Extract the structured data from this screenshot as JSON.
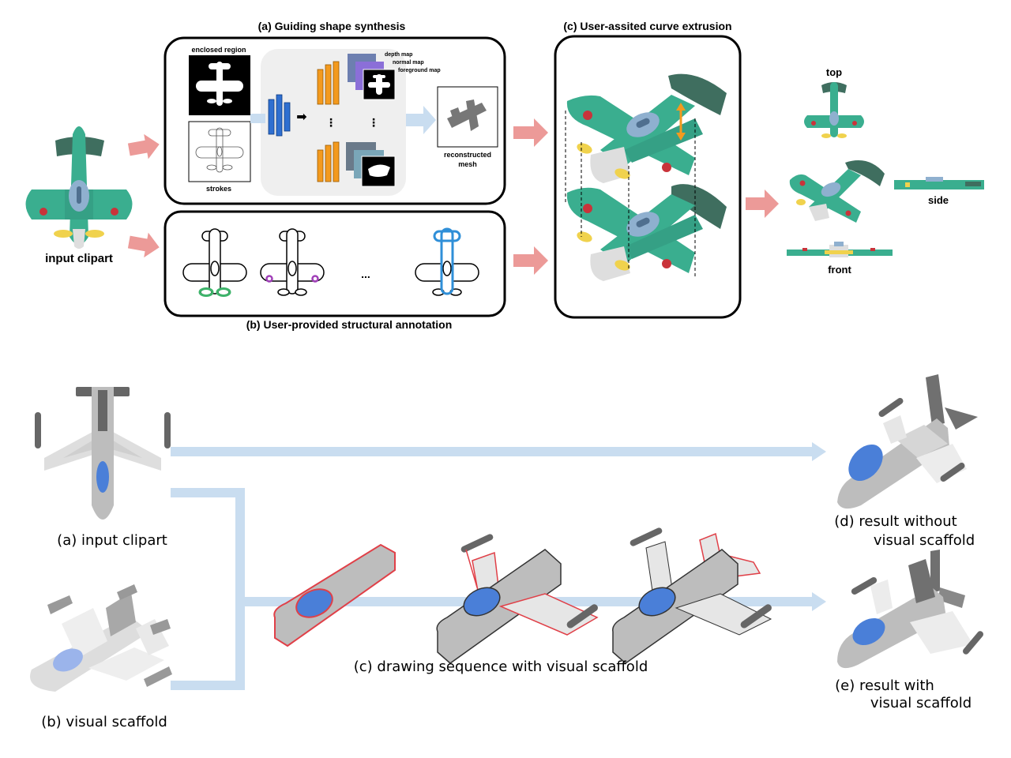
{
  "top_panel": {
    "input_label": "input clipart",
    "section_a": {
      "title": "(a) Guiding shape synthesis",
      "enclosed_region": "enclosed region",
      "strokes": "strokes",
      "depth_map": "depth map",
      "normal_map": "normal map",
      "foreground_map": "foreground map",
      "reconstructed": "reconstructed",
      "mesh": "mesh"
    },
    "section_b": {
      "title": "(b) User-provided structural annotation",
      "ellipsis": "..."
    },
    "section_c": {
      "title": "(c) User-assited curve extrusion"
    },
    "views": {
      "top": "top",
      "side": "side",
      "front": "front"
    }
  },
  "bottom_panel": {
    "a_label": "(a) input clipart",
    "b_label": "(b) visual scaffold",
    "c_label": "(c) drawing sequence with visual scaffold",
    "d_label_line1": "(d) result without",
    "d_label_line2": "visual scaffold",
    "e_label_line1": "(e) result with",
    "e_label_line2": "visual scaffold"
  },
  "colors": {
    "teal": "#3aae8f",
    "dark_teal": "#3f6e5f",
    "blue_gray": "#8fb0cf",
    "red_dot": "#c9333a",
    "yellow": "#f0d24d",
    "orange_net": "#f39a1e",
    "blue_net": "#2f6fd0",
    "pink_arrow": "#ec9a98",
    "light_blue_flow": "#c9ddf0",
    "gray_plane": "#bdbdbd",
    "red_outline": "#e04048"
  }
}
